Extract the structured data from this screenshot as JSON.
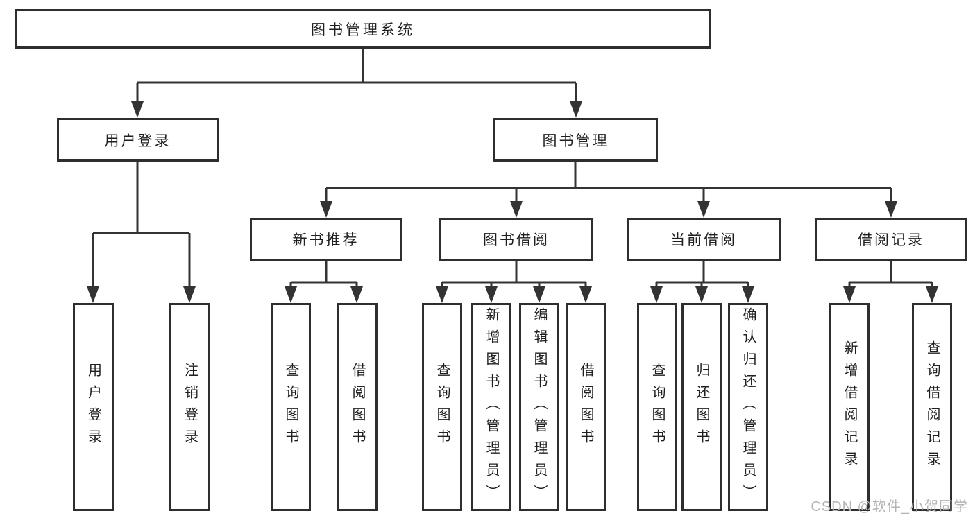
{
  "tree": {
    "label": "图书管理系统",
    "children": [
      {
        "label": "用户登录",
        "children": [
          {
            "label": "用户登录"
          },
          {
            "label": "注销登录"
          }
        ]
      },
      {
        "label": "图书管理",
        "children": [
          {
            "label": "新书推荐",
            "children": [
              {
                "label": "查询图书"
              },
              {
                "label": "借阅图书"
              }
            ]
          },
          {
            "label": "图书借阅",
            "children": [
              {
                "label": "查询图书"
              },
              {
                "label": "新增图书（管理员）"
              },
              {
                "label": "编辑图书（管理员）"
              },
              {
                "label": "借阅图书"
              }
            ]
          },
          {
            "label": "当前借阅",
            "children": [
              {
                "label": "查询图书"
              },
              {
                "label": "归还图书"
              },
              {
                "label": "确认归还（管理员）"
              }
            ]
          },
          {
            "label": "借阅记录",
            "children": [
              {
                "label": "新增借阅记录"
              },
              {
                "label": "查询借阅记录"
              }
            ]
          }
        ]
      }
    ]
  },
  "watermark": {
    "text": "CSDN @软件_小贺同学"
  },
  "colors": {
    "line": "#333333",
    "border": "#2e2e2e",
    "watermark": "#b4b4b4"
  }
}
